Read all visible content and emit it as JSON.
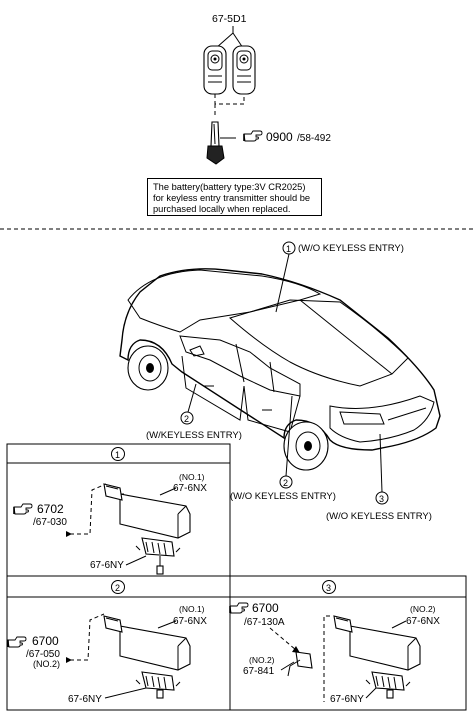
{
  "key_fob": {
    "part_number": "67-5D1"
  },
  "key_blade": {
    "ref_number": "0900",
    "ref_suffix": "/58-492"
  },
  "battery_note": {
    "lines": [
      "The battery(battery type:3V CR2025)",
      "for keyless entry transmitter should be",
      "purchased locally when replaced."
    ]
  },
  "callouts": {
    "c1": {
      "num": "1",
      "label": "(W/O KEYLESS ENTRY)"
    },
    "c2": {
      "num": "2",
      "label": "(W/KEYLESS ENTRY)"
    },
    "c2b": {
      "num": "2",
      "label": "(W/O KEYLESS ENTRY)"
    },
    "c3": {
      "num": "3",
      "label": "(W/O KEYLESS ENTRY)"
    }
  },
  "detail_1": {
    "header": "1",
    "ref_number": "6702",
    "ref_suffix": "/67-030",
    "part_note": "(NO.1)",
    "antenna_part": "67-6NX",
    "bracket_part": "67-6NY"
  },
  "detail_2": {
    "header": "2",
    "ref_number": "6700",
    "ref_suffix": "/67-050",
    "ref_note": "(NO.2)",
    "part_note": "(NO.1)",
    "antenna_part": "67-6NX",
    "bracket_part": "67-6NY"
  },
  "detail_3": {
    "header": "3",
    "ref_number": "6700",
    "ref_suffix": "/67-130A",
    "part_note": "(NO.2)",
    "antenna_part": "67-6NX",
    "plug_note": "(NO.2)",
    "plug_part": "67-841",
    "bracket_part": "67-6NY"
  },
  "icons": [
    "pointing-hand-icon"
  ]
}
